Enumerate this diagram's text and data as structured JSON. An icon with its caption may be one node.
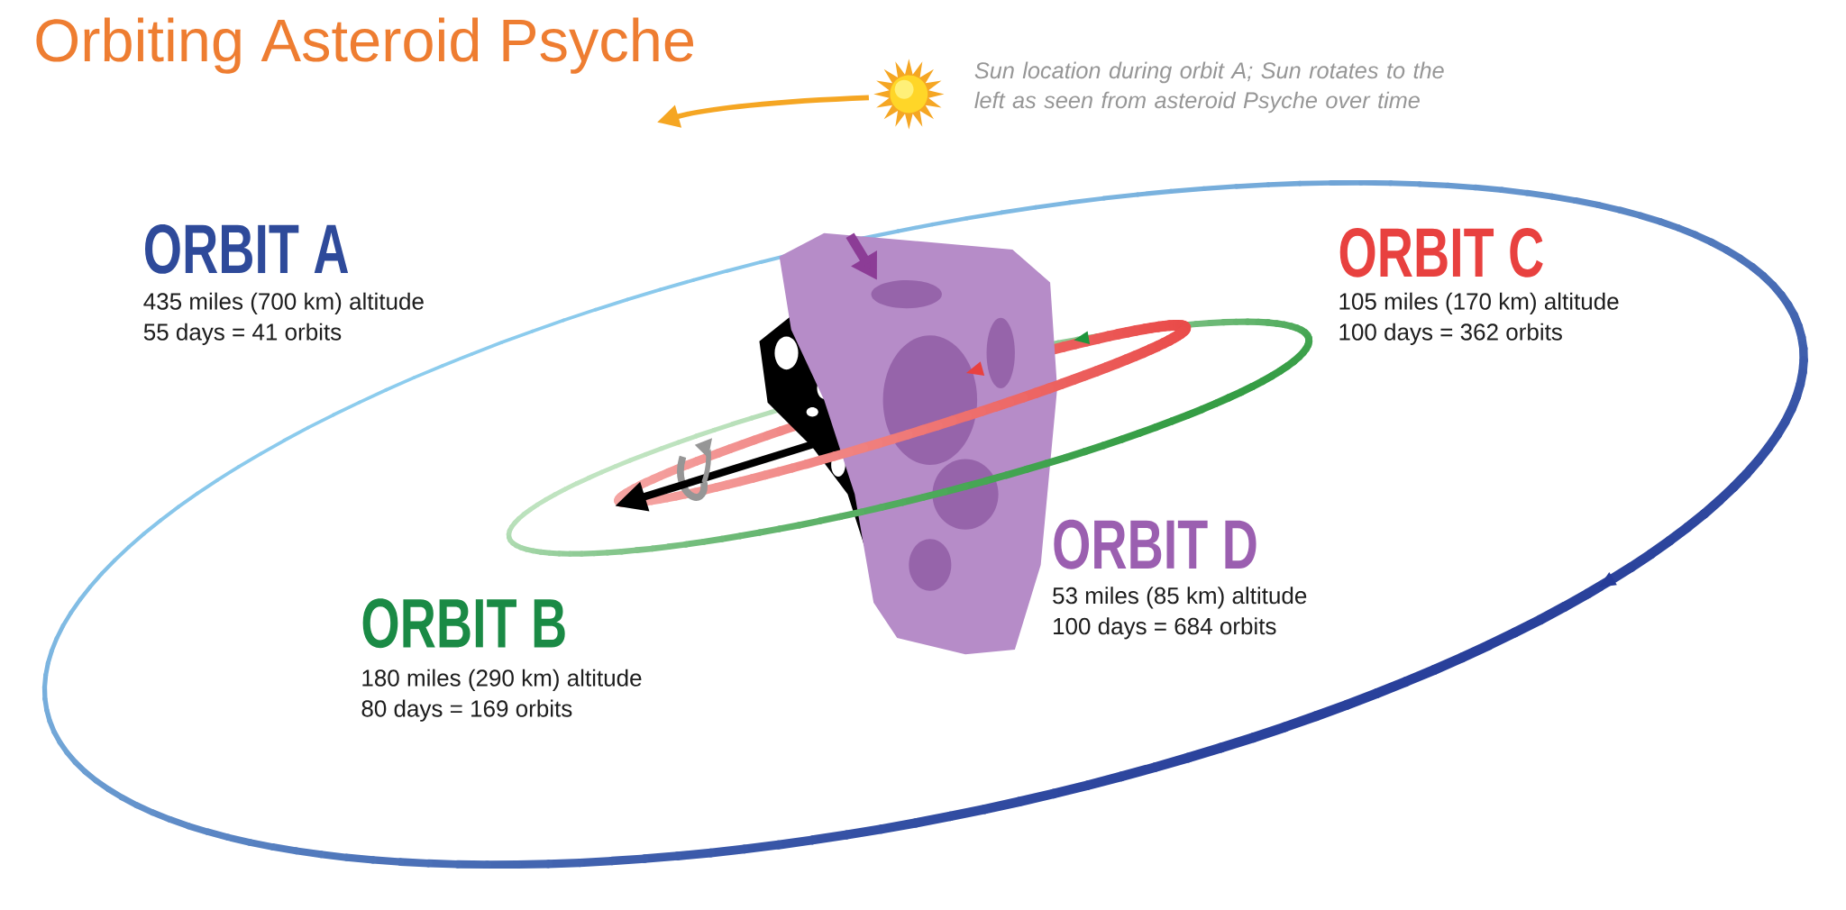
{
  "diagram": {
    "title": "Orbiting Asteroid Psyche",
    "labels": [
      "Sun location during orbit A; Sun rotates to the left as seen from asteroid Psyche over time",
      "ORBIT A",
      "435 miles (700 km) altitude",
      "55 days = 41 orbits",
      "ORBIT C",
      "105 miles (170 km) altitude",
      "100 days = 362 orbits",
      "ORBIT D",
      "53 miles (85 km) altitude",
      "100 days = 684 orbits",
      "ORBIT B",
      "180 miles (290 km) altitude",
      "80 days = 169 orbits"
    ]
  }
}
